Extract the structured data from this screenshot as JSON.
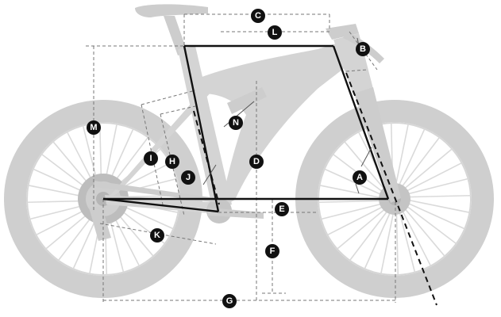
{
  "diagram": {
    "subject": "full-suspension mountain bike geometry",
    "markers": [
      {
        "id": "marker-a",
        "label": "A"
      },
      {
        "id": "marker-b",
        "label": "B"
      },
      {
        "id": "marker-c",
        "label": "C"
      },
      {
        "id": "marker-d",
        "label": "D"
      },
      {
        "id": "marker-e",
        "label": "E"
      },
      {
        "id": "marker-f",
        "label": "F"
      },
      {
        "id": "marker-g",
        "label": "G"
      },
      {
        "id": "marker-h",
        "label": "H"
      },
      {
        "id": "marker-i",
        "label": "I"
      },
      {
        "id": "marker-j",
        "label": "J"
      },
      {
        "id": "marker-k",
        "label": "K"
      },
      {
        "id": "marker-l",
        "label": "L"
      },
      {
        "id": "marker-m",
        "label": "M"
      },
      {
        "id": "marker-n",
        "label": "N"
      }
    ],
    "colors": {
      "bike": "#d0d0d0",
      "geometry_lines": "#111111",
      "dimension_lines": "#777777",
      "marker_fill": "#111111",
      "marker_text": "#ffffff"
    }
  }
}
